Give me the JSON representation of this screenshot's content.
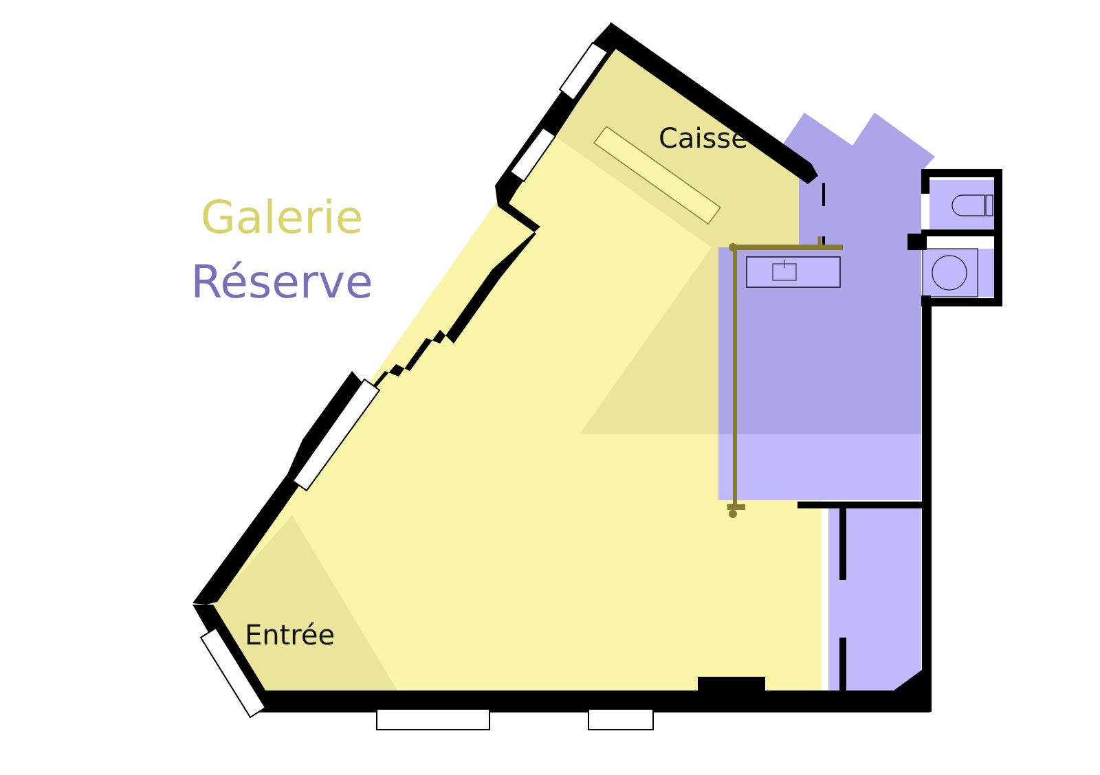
{
  "legend": {
    "galerie": "Galerie",
    "reserve": "Réserve"
  },
  "rooms": {
    "caisse": "Caisse",
    "entree": "Entrée"
  },
  "colors": {
    "galerie_fill": "#FAF5A9",
    "galerie_shade": "#EAE59A",
    "galerie_text": "#D9D36A",
    "reserve_fill": "#C1B9FB",
    "reserve_shade": "#ADA5E8",
    "reserve_text": "#7A6FB8",
    "walls": "#000000",
    "partition": "#857B33",
    "windows": "#FFFFFF"
  },
  "icons": [
    "sink-icon",
    "toilet-icon",
    "washing-machine-icon",
    "cash-counter-icon",
    "partition-hinge-icon"
  ]
}
